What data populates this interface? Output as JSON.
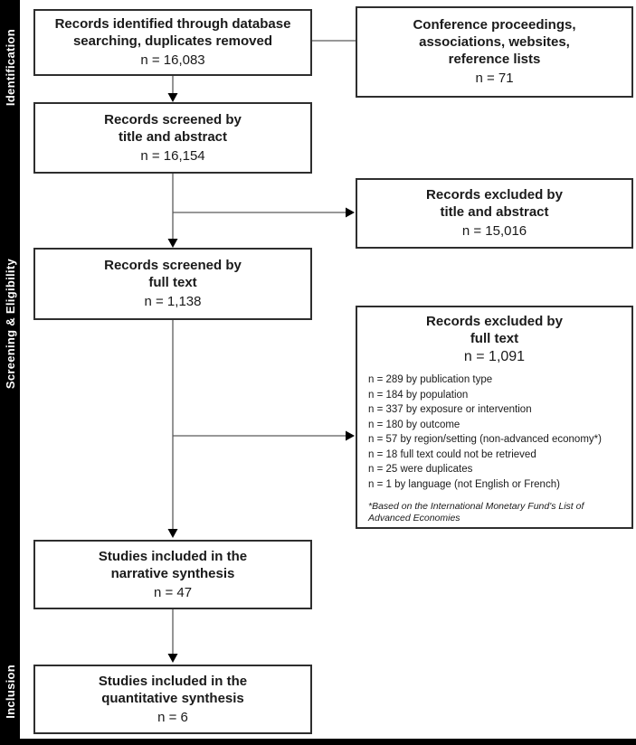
{
  "sidebar": {
    "identification": "Identification",
    "screening": "Screening & Eligibility",
    "inclusion": "Inclusion"
  },
  "boxes": {
    "identified": {
      "title": "Records identified through database\nsearching, duplicates removed",
      "count": "n = 16,083"
    },
    "conference": {
      "title": "Conference proceedings,\nassociations, websites,\nreference lists",
      "count": "n = 71"
    },
    "screened_title_abstract": {
      "title": "Records screened by\ntitle and abstract",
      "count": "n = 16,154"
    },
    "excluded_title_abstract": {
      "title": "Records excluded by\ntitle and abstract",
      "count": "n = 15,016"
    },
    "screened_fulltext": {
      "title": "Records screened by\nfull text",
      "count": "n = 1,138"
    },
    "excluded_fulltext": {
      "title": "Records excluded by\nfull text",
      "count": "n = 1,091",
      "reasons": [
        "n = 289 by publication type",
        "n = 184 by population",
        "n = 337 by exposure or intervention",
        "n = 180 by outcome",
        "n = 57 by region/setting (non-advanced economy*)",
        "n = 18 full text could not be retrieved",
        "n = 25 were duplicates",
        "n = 1 by language (not English or French)"
      ],
      "footnote": "*Based on the International Monetary Fund's List of Advanced Economies"
    },
    "narrative": {
      "title": "Studies included in the\nnarrative synthesis",
      "count": "n = 47"
    },
    "quantitative": {
      "title": "Studies included in the\nquantitative synthesis",
      "count": "n = 6"
    }
  },
  "colors": {
    "box_border": "#2e2e2e",
    "line": "#5a5a5a",
    "arrowhead": "#000000",
    "sidebar_bg": "#000000",
    "sidebar_text": "#ffffff"
  }
}
